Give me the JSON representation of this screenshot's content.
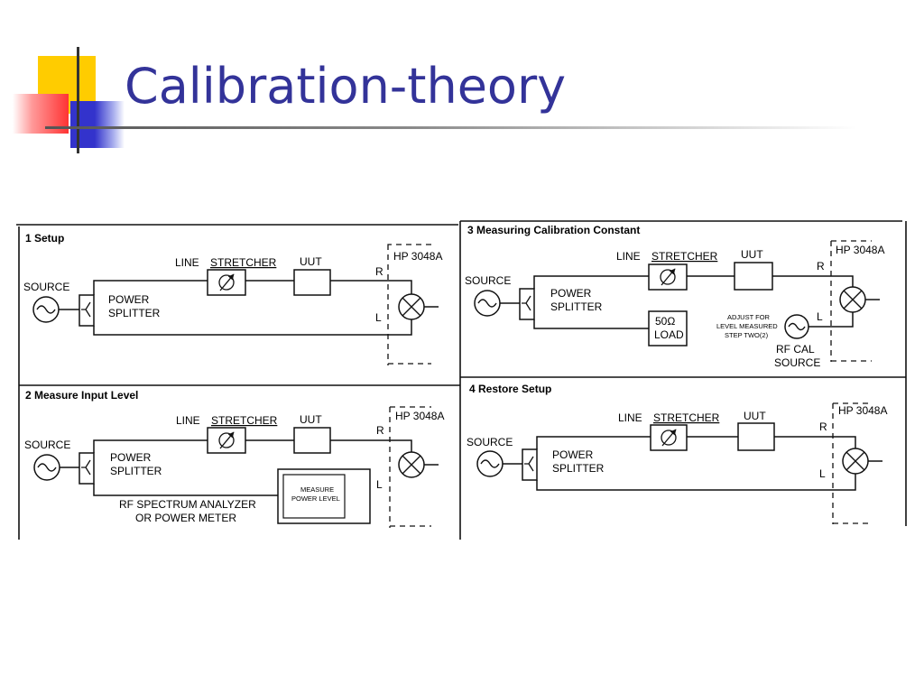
{
  "slide": {
    "title": "Calibration-theory"
  },
  "colors": {
    "title": "#333399",
    "accent_yellow": "#ffcc00",
    "accent_red": "#ff3333",
    "accent_blue": "#3333cc"
  },
  "panels": [
    {
      "heading": "1 Setup",
      "source_label": "SOURCE",
      "splitter_label": [
        "POWER",
        "SPLITTER"
      ],
      "stretcher_label": [
        "LINE",
        "STRETCHER"
      ],
      "uut_label": "UUT",
      "hp_label": "HP  3048A",
      "port_r": "R",
      "port_l": "L"
    },
    {
      "heading": "2 Measure Input Level",
      "source_label": "SOURCE",
      "splitter_label": [
        "POWER",
        "SPLITTER"
      ],
      "stretcher_label": [
        "LINE",
        "STRETCHER"
      ],
      "uut_label": "UUT",
      "hp_label": "HP  3048A",
      "port_r": "R",
      "port_l": "L",
      "analyzer_label": [
        "RF  SPECTRUM  ANALYZER",
        "OR  POWER  METER"
      ],
      "measure_label": [
        "MEASURE",
        "POWER  LEVEL"
      ]
    },
    {
      "heading": "3 Measuring Calibration Constant",
      "source_label": "SOURCE",
      "splitter_label": [
        "POWER",
        "SPLITTER"
      ],
      "stretcher_label": [
        "LINE",
        "STRETCHER"
      ],
      "uut_label": "UUT",
      "hp_label": "HP  3048A",
      "port_r": "R",
      "port_l": "L",
      "load_label": [
        "50Ω",
        "LOAD"
      ],
      "adjust_note": [
        "ADJUST  FOR",
        "LEVEL  MEASURED",
        "STEP  TWO(2)"
      ],
      "cal_source_label": [
        "RF  CAL",
        "SOURCE"
      ]
    },
    {
      "heading": "4 Restore Setup",
      "source_label": "SOURCE",
      "splitter_label": [
        "POWER",
        "SPLITTER"
      ],
      "stretcher_label": [
        "LINE",
        "STRETCHER"
      ],
      "uut_label": "UUT",
      "hp_label": "HP  3048A",
      "port_r": "R",
      "port_l": "L"
    }
  ]
}
